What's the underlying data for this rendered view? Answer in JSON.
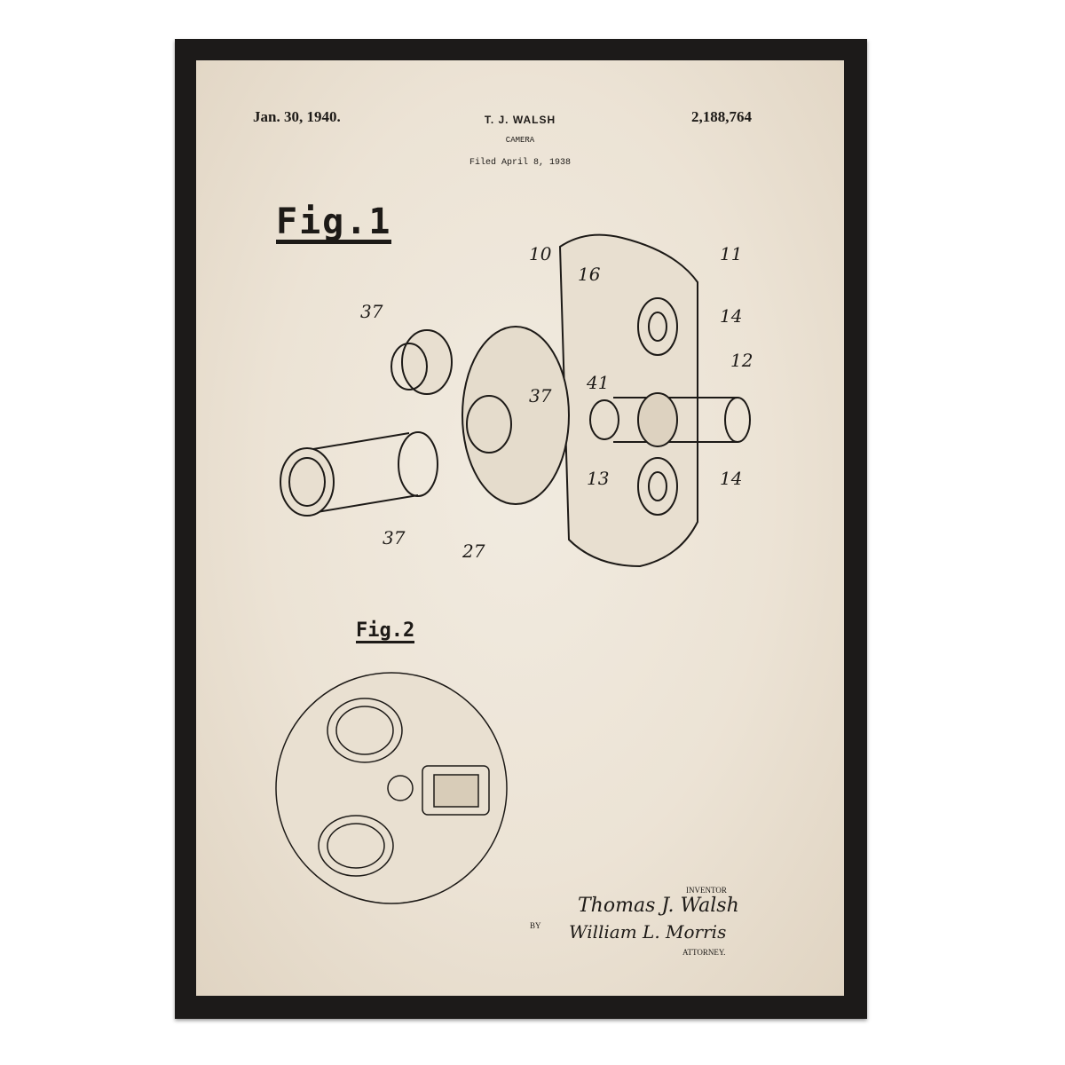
{
  "patent": {
    "date": "Jan. 30, 1940.",
    "inventor_name": "T. J. WALSH",
    "title": "CAMERA",
    "filed": "Filed April 8, 1938",
    "number": "2,188,764",
    "fig1_label": "Fig.1",
    "fig2_label": "Fig.2",
    "fig1_refs": [
      "10",
      "11",
      "14",
      "16",
      "37",
      "37",
      "41",
      "12",
      "13",
      "14",
      "37",
      "27"
    ],
    "inventor_label": "INVENTOR",
    "inventor_signature": "Thomas J. Walsh",
    "by_label": "BY",
    "attorney_signature": "William L. Morris",
    "attorney_label": "ATTORNEY."
  },
  "colors": {
    "frame": "#1c1a19",
    "paper": "#ece3d5",
    "ink": "#1d1a17"
  }
}
